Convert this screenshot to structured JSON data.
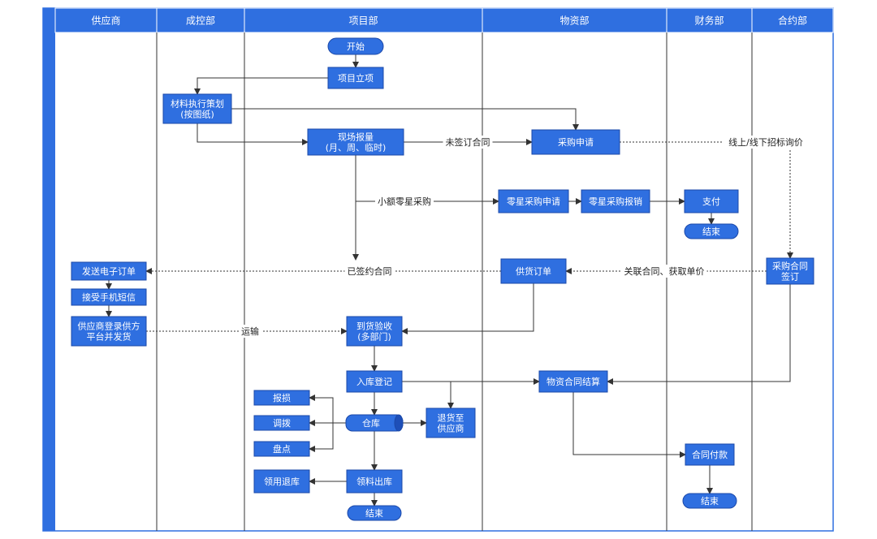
{
  "colors": {
    "lane_header": "#2f6fe0",
    "node_fill": "#2f6fe0",
    "node_stroke": "#1b48a8",
    "lane_line": "#333333",
    "edge": "#333333",
    "outer_border": "#2f6fe0",
    "label_bg": "#ffffff",
    "storage_cap": "#1e4fb8"
  },
  "lanes": [
    {
      "id": "supplier",
      "label": "供应商"
    },
    {
      "id": "cost",
      "label": "成控部"
    },
    {
      "id": "project",
      "label": "项目部"
    },
    {
      "id": "material",
      "label": "物资部"
    },
    {
      "id": "finance",
      "label": "财务部"
    },
    {
      "id": "contract",
      "label": "合约部"
    }
  ],
  "nodes": [
    {
      "id": "start",
      "shape": "terminal",
      "lines": [
        "开始"
      ]
    },
    {
      "id": "proj_setup",
      "shape": "process",
      "lines": [
        "项目立项"
      ]
    },
    {
      "id": "mat_plan",
      "shape": "process",
      "lines": [
        "材料执行策划",
        "(按图纸)"
      ]
    },
    {
      "id": "site_report",
      "shape": "process",
      "lines": [
        "现场报量",
        "(月、周、临时)"
      ]
    },
    {
      "id": "purchase_req",
      "shape": "process",
      "lines": [
        "采购申请"
      ]
    },
    {
      "id": "small_req",
      "shape": "process",
      "lines": [
        "零星采购申请"
      ]
    },
    {
      "id": "small_reimb",
      "shape": "process",
      "lines": [
        "零星采购报销"
      ]
    },
    {
      "id": "pay",
      "shape": "process",
      "lines": [
        "支付"
      ]
    },
    {
      "id": "end_pay",
      "shape": "terminal",
      "lines": [
        "结束"
      ]
    },
    {
      "id": "send_order",
      "shape": "process",
      "lines": [
        "发送电子订单"
      ]
    },
    {
      "id": "supply_order",
      "shape": "process",
      "lines": [
        "供货订单"
      ]
    },
    {
      "id": "contract_sign",
      "shape": "process",
      "lines": [
        "采购合同",
        "签订"
      ]
    },
    {
      "id": "recv_sms",
      "shape": "process",
      "lines": [
        "接受手机短信"
      ]
    },
    {
      "id": "supplier_ship",
      "shape": "process",
      "lines": [
        "供应商登录供方",
        "平台并发货"
      ]
    },
    {
      "id": "accept",
      "shape": "process",
      "lines": [
        "到货验收",
        "(多部门)"
      ]
    },
    {
      "id": "stock_in",
      "shape": "process",
      "lines": [
        "入库登记"
      ]
    },
    {
      "id": "settle",
      "shape": "process",
      "lines": [
        "物资合同结算"
      ]
    },
    {
      "id": "damage",
      "shape": "process",
      "lines": [
        "报损"
      ]
    },
    {
      "id": "transfer",
      "shape": "process",
      "lines": [
        "调拨"
      ]
    },
    {
      "id": "stocktake",
      "shape": "process",
      "lines": [
        "盘点"
      ]
    },
    {
      "id": "warehouse",
      "shape": "storage",
      "lines": [
        "仓库"
      ]
    },
    {
      "id": "return_supplier",
      "shape": "process",
      "lines": [
        "退货至",
        "供应商"
      ]
    },
    {
      "id": "contract_pay",
      "shape": "process",
      "lines": [
        "合同付款"
      ]
    },
    {
      "id": "return_stock",
      "shape": "process",
      "lines": [
        "领用退库"
      ]
    },
    {
      "id": "issue_out",
      "shape": "process",
      "lines": [
        "领料出库"
      ]
    },
    {
      "id": "end_pay2",
      "shape": "terminal",
      "lines": [
        "结束"
      ]
    },
    {
      "id": "end_main",
      "shape": "terminal",
      "lines": [
        "结束"
      ]
    }
  ],
  "edges": [
    {
      "id": "e1",
      "from": "start",
      "to": "proj_setup",
      "label": ""
    },
    {
      "id": "e2",
      "from": "proj_setup",
      "to": "mat_plan",
      "label": ""
    },
    {
      "id": "e3",
      "from": "mat_plan",
      "to": "purchase_req",
      "label": ""
    },
    {
      "id": "e4",
      "from": "mat_plan",
      "to": "site_report",
      "label": ""
    },
    {
      "id": "e5",
      "from": "site_report",
      "to": "purchase_req",
      "label": "未签订合同"
    },
    {
      "id": "e6",
      "from": "purchase_req",
      "to": "contract_sign",
      "label": "线上/线下招标询价",
      "dashed": true
    },
    {
      "id": "e7",
      "from": "site_report",
      "to": "small_req",
      "label": "小额零星采购"
    },
    {
      "id": "e8",
      "from": "small_req",
      "to": "small_reimb",
      "label": ""
    },
    {
      "id": "e9",
      "from": "small_reimb",
      "to": "pay",
      "label": ""
    },
    {
      "id": "e10",
      "from": "pay",
      "to": "end_pay",
      "label": ""
    },
    {
      "id": "e11",
      "from": "site_report",
      "to": "supply_order",
      "label": ""
    },
    {
      "id": "e12",
      "from": "contract_sign",
      "to": "supply_order",
      "label": "关联合同、获取单价",
      "dashed": true
    },
    {
      "id": "e13",
      "from": "supply_order",
      "to": "send_order",
      "label": "已签约合同",
      "dashed": true
    },
    {
      "id": "e14",
      "from": "send_order",
      "to": "recv_sms",
      "label": ""
    },
    {
      "id": "e15",
      "from": "recv_sms",
      "to": "supplier_ship",
      "label": ""
    },
    {
      "id": "e16",
      "from": "supplier_ship",
      "to": "accept",
      "label": "运输",
      "dashed": true
    },
    {
      "id": "e17",
      "from": "supply_order",
      "to": "accept",
      "label": ""
    },
    {
      "id": "e18",
      "from": "accept",
      "to": "stock_in",
      "label": ""
    },
    {
      "id": "e19",
      "from": "stock_in",
      "to": "settle",
      "label": ""
    },
    {
      "id": "e20",
      "from": "contract_sign",
      "to": "settle",
      "label": ""
    },
    {
      "id": "e21",
      "from": "stock_in",
      "to": "warehouse",
      "label": ""
    },
    {
      "id": "e22",
      "from": "stock_in",
      "to": "return_supplier",
      "label": ""
    },
    {
      "id": "e23",
      "from": "warehouse",
      "to": "return_supplier",
      "label": ""
    },
    {
      "id": "e24",
      "from": "warehouse",
      "to": "damage",
      "label": ""
    },
    {
      "id": "e25",
      "from": "warehouse",
      "to": "transfer",
      "label": ""
    },
    {
      "id": "e26",
      "from": "warehouse",
      "to": "stocktake",
      "label": ""
    },
    {
      "id": "e27",
      "from": "warehouse",
      "to": "issue_out",
      "label": ""
    },
    {
      "id": "e28",
      "from": "issue_out",
      "to": "return_stock",
      "label": ""
    },
    {
      "id": "e29",
      "from": "issue_out",
      "to": "end_main",
      "label": ""
    },
    {
      "id": "e30",
      "from": "settle",
      "to": "contract_pay",
      "label": ""
    },
    {
      "id": "e31",
      "from": "contract_pay",
      "to": "end_pay2",
      "label": ""
    }
  ]
}
